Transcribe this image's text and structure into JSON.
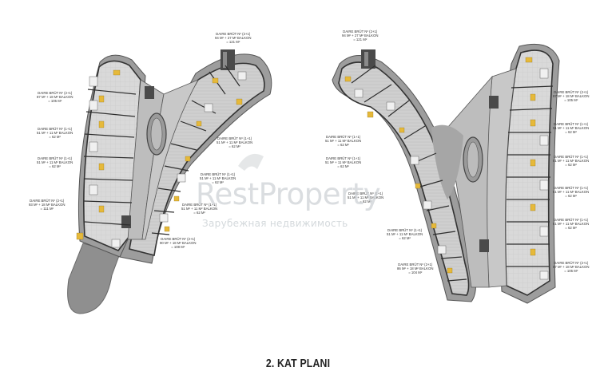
{
  "title": "2. KAT PLANI",
  "watermark": {
    "brand": "RestProperty",
    "tagline": "Зарубежная недвижимость"
  },
  "left_building_labels": [
    {
      "name": "L1",
      "lines": [
        "DAIRE BRÜT Nº (2+1)",
        "94 M² + 27 M² BALKON",
        "= 121 M²"
      ]
    },
    {
      "name": "L2",
      "lines": [
        "DAIRE BRÜT Nº (2+1)",
        "87 M² + 18 M² BALKON",
        "= 105 M²"
      ]
    },
    {
      "name": "L3",
      "lines": [
        "DAIRE BRÜT Nº (1+1)",
        "51 M² + 11 M² BALKON",
        "= 62 M²"
      ]
    },
    {
      "name": "L4",
      "lines": [
        "DAIRE BRÜT Nº (1+1)",
        "51 M² + 11 M² BALKON",
        "= 62 M²"
      ]
    },
    {
      "name": "L5",
      "lines": [
        "DAIRE BRÜT Nº (1+1)",
        "51 M² + 11 M² BALKON",
        "= 62 M²"
      ]
    },
    {
      "name": "L6",
      "lines": [
        "DAIRE BRÜT Nº (1+1)",
        "51 M² + 11 M² BALKON",
        "= 62 M²"
      ]
    },
    {
      "name": "L7",
      "lines": [
        "DAIRE BRÜT Nº (2+1)",
        "93 M² + 18 M² BALKON",
        "= 111 M²"
      ]
    },
    {
      "name": "L8",
      "lines": [
        "DAIRE BRÜT Nº (1+1)",
        "51 M² + 11 M² BALKON",
        "= 62 M²"
      ]
    },
    {
      "name": "L9",
      "lines": [
        "DAIRE BRÜT Nº (2+1)",
        "90 M² + 18 M² BALKON",
        "= 108 M²"
      ]
    }
  ],
  "right_building_labels": [
    {
      "name": "R1",
      "lines": [
        "DAIRE BRÜT Nº (2+1)",
        "94 M² + 27 M² BALKON",
        "= 121 M²"
      ]
    },
    {
      "name": "R2",
      "lines": [
        "DAIRE BRÜT Nº (2+1)",
        "87 M² + 18 M² BALKON",
        "= 105 M²"
      ]
    },
    {
      "name": "R3",
      "lines": [
        "DAIRE BRÜT Nº (1+1)",
        "51 M² + 11 M² BALKON",
        "= 62 M²"
      ]
    },
    {
      "name": "R4",
      "lines": [
        "DAIRE BRÜT Nº (1+1)",
        "51 M² + 11 M² BALKON",
        "= 62 M²"
      ]
    },
    {
      "name": "R5",
      "lines": [
        "DAIRE BRÜT Nº (1+1)",
        "51 M² + 11 M² BALKON",
        "= 62 M²"
      ]
    },
    {
      "name": "R6",
      "lines": [
        "DAIRE BRÜT Nº (1+1)",
        "51 M² + 11 M² BALKON",
        "= 62 M²"
      ]
    },
    {
      "name": "R7",
      "lines": [
        "DAIRE BRÜT Nº (1+1)",
        "51 M² + 11 M² BALKON",
        "= 62 M²"
      ]
    },
    {
      "name": "R8",
      "lines": [
        "DAIRE BRÜT Nº (1+1)",
        "51 M² + 11 M² BALKON",
        "= 62 M²"
      ]
    },
    {
      "name": "R9",
      "lines": [
        "DAIRE BRÜT Nº (1+1)",
        "51 M² + 11 M² BALKON",
        "= 62 M²"
      ]
    },
    {
      "name": "R10",
      "lines": [
        "DAIRE BRÜT Nº (1+1)",
        "51 M² + 11 M² BALKON",
        "= 62 M²"
      ]
    },
    {
      "name": "R11",
      "lines": [
        "DAIRE BRÜT Nº (2+1)",
        "87 M² + 18 M² BALKON",
        "= 105 M²"
      ]
    },
    {
      "name": "R12",
      "lines": [
        "DAIRE BRÜT Nº (2+1)",
        "86 M² + 18 M² BALKON",
        "= 104 M²"
      ]
    }
  ],
  "colors": {
    "wall": "#3a3a3a",
    "floor": "#d6d6d6",
    "balcony": "#9a9a9a",
    "core": "#555555",
    "furniture_accent": "#e6b93a"
  }
}
